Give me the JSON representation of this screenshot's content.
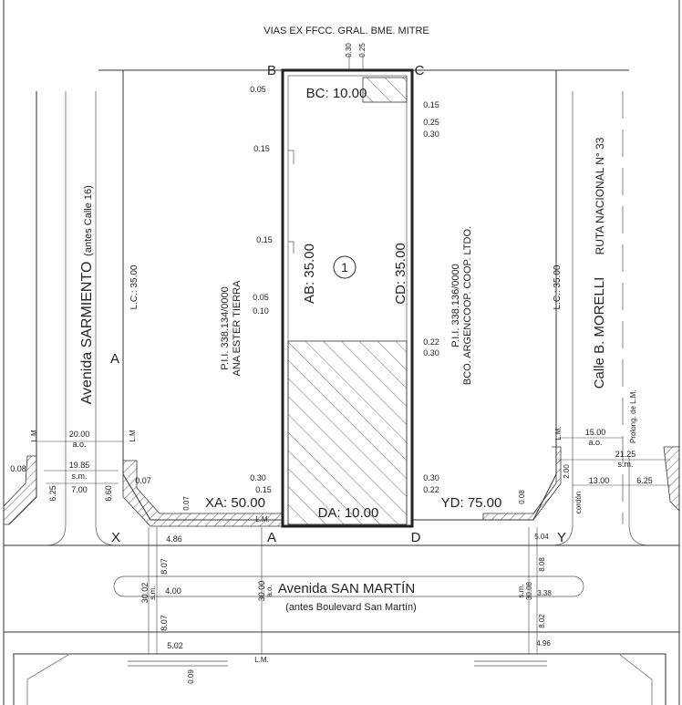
{
  "title": "VIAS EX FFCC. GRAL. BME. MITRE",
  "corners": {
    "B": "B",
    "C": "C",
    "D": "D",
    "A": "A",
    "A_left": "A",
    "X": "X",
    "Y": "Y"
  },
  "lot": {
    "number": "1",
    "bc": "BC: 10.00",
    "ab": "AB: 35.00",
    "cd": "CD: 35.00",
    "da": "DA: 10.00",
    "xa": "XA: 50.00",
    "yd": "YD: 75.00"
  },
  "neighbors": {
    "left_id": "P.I.I. 338.134/0000",
    "left_owner": "ANA ESTER TIERRA",
    "right_id": "P.I.I. 338.136/0000",
    "right_owner": "BCO. ARGENCOOP. COOP. LTDO."
  },
  "streets": {
    "sarmiento": "Avenida SARMIENTO",
    "sarmiento_old": "(antes Calle 16)",
    "morelli": "Calle B. MORELLI",
    "ruta": "RUTA NACIONAL N° 33",
    "san_martin": "Avenida SAN MARTÍN",
    "san_martin_old": "(antes Boulevard San Martín)"
  },
  "lc_left": "L.C.: 35.00",
  "lc_right": "L.C.: 35.00",
  "dims": {
    "top_030": "0.30",
    "top_025": "0.25",
    "l_005a": "0.05",
    "r_015a": "0.15",
    "r_025": "0.25",
    "r_030a": "0.30",
    "l_015a": "0.15",
    "l_015b": "0.15",
    "l_005b": "0.05",
    "l_010": "0.10",
    "r_022a": "0.22",
    "r_030b": "0.30",
    "l_030": "0.30",
    "l_015c": "0.15",
    "r_030c": "0.30",
    "r_022b": "0.22",
    "lm_1": "L.M",
    "lm_2": "L.M",
    "s_2000": "20.00",
    "s_ao": "a.o.",
    "s_1985": "19.85",
    "s_sm": "s.m.",
    "s_700": "7.00",
    "s_008": "0.08",
    "s_625": "6.25",
    "s_660": "6.60",
    "s_007a": "0.07",
    "s_007b": "0.07",
    "lm_r": "L.M.",
    "m_1500": "15.00",
    "m_ao": "a.o.",
    "m_2125": "21.25",
    "m_sm": "s.m.",
    "m_1300": "13.00",
    "m_625": "6.25",
    "m_200": "2.00",
    "cordon": "cordón",
    "prolong": "Prolong. de L.M.",
    "m_008": "0.08",
    "b_486": "4.86",
    "b_807a": "8.07",
    "b_400": "4.00",
    "b_3002": "30.02",
    "b_sm": "s.m.",
    "b_807b": "8.07",
    "b_502": "5.02",
    "b_009": "0.09",
    "b_3000": "30.00",
    "b_ao": "a.o.",
    "b_lm": "L.M.",
    "a_lm": "L.M.",
    "b_sm2": "s.m.",
    "b_3008": "30.08",
    "b_504": "5.04",
    "b_808": "8.08",
    "b_338": "3.38",
    "b_802": "8.02",
    "b_496": "4.96"
  }
}
